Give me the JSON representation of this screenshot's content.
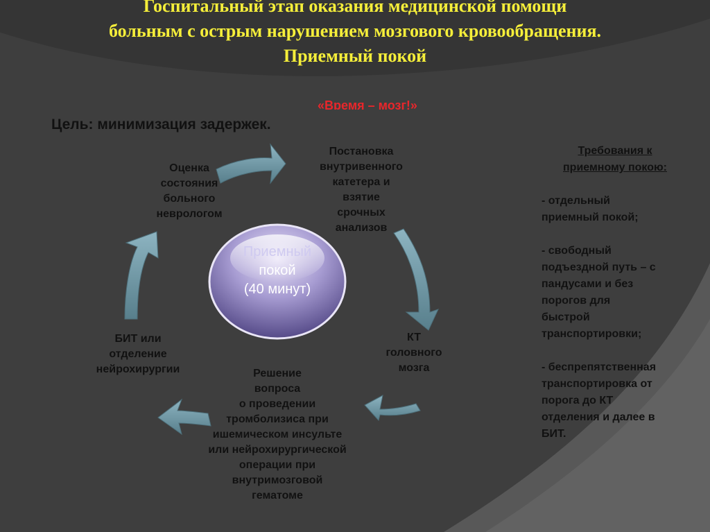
{
  "title": {
    "lines": [
      "Госпитальный этап оказания медицинской помощи",
      "больным с острым нарушением мозгового кровообращения.",
      "Приемный покой"
    ]
  },
  "motto": "«Время – мозг!»",
  "goal": "Цель: минимизация задержек.",
  "center": {
    "lines": [
      "Приемный",
      "покой",
      "(40 минут)"
    ]
  },
  "steps": [
    {
      "lines": [
        "Оценка",
        "состояния",
        "больного",
        "неврологом"
      ]
    },
    {
      "lines": [
        "Постановка",
        "внутривенного",
        "катетера и",
        "взятие",
        "срочных",
        "анализов"
      ]
    },
    {
      "lines": [
        "КТ",
        "головного",
        "мозга"
      ]
    },
    {
      "lines": [
        "Решение",
        "вопроса",
        "о проведении",
        "тромболизиса при",
        "ишемическом инсульте",
        "или нейрохирургической",
        "операции при",
        "внутримозговой",
        "гематоме"
      ]
    },
    {
      "lines": [
        "БИТ или",
        "отделение",
        "нейрохирургии"
      ]
    }
  ],
  "requirements": {
    "heading": [
      "Требования к",
      "приемному покою:"
    ],
    "items": [
      [
        "- отдельный",
        "приемный покой;"
      ],
      [
        "- свободный",
        "подъездной путь – с",
        "пандусами и  без",
        "порогов для",
        "быстрой",
        "транспортировки;"
      ],
      [
        "- беспрепятственная",
        "транспортировка от",
        "порога до КТ",
        "отделения и далее в",
        "БИТ."
      ]
    ]
  },
  "colors": {
    "title": "#f5ee3a",
    "motto": "#e8262b",
    "arrow": "#6e9aa8",
    "background": "#4a4a4a"
  }
}
